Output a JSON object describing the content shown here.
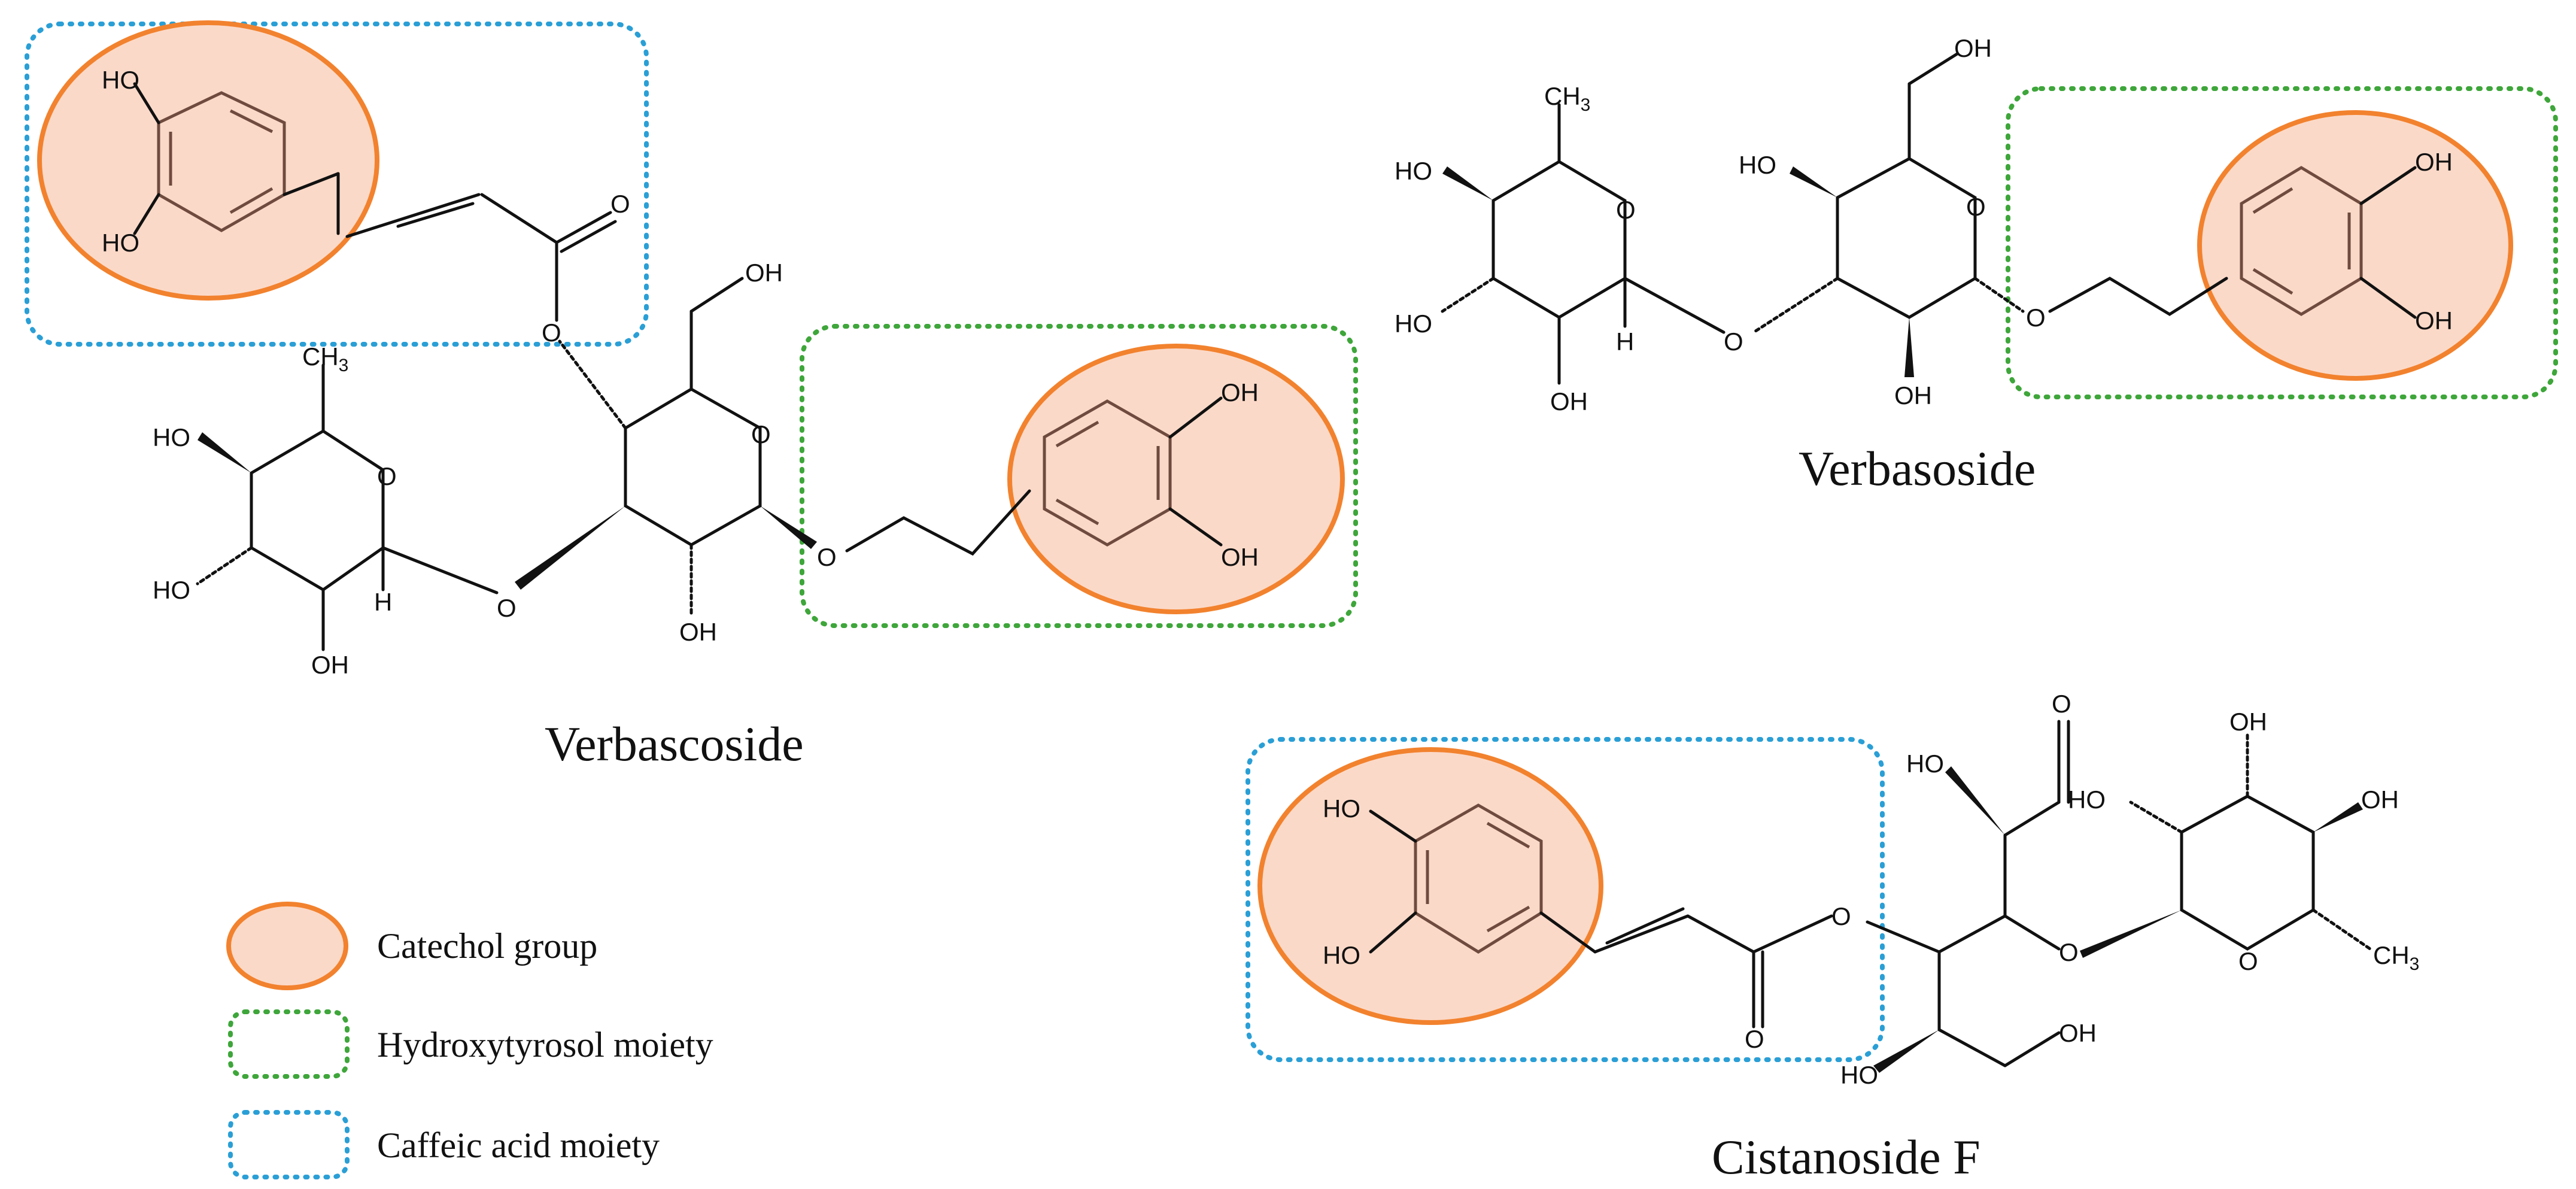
{
  "compounds": {
    "verbascoside": {
      "name": "Verbascoside"
    },
    "verbasoside": {
      "name": "Verbasoside"
    },
    "cistanoside_f": {
      "name": "Cistanoside F"
    }
  },
  "atoms": {
    "ho": "HO",
    "oh": "OH",
    "o": "O",
    "h": "H",
    "ch3_main": "CH",
    "ch3_sub": "3"
  },
  "legend": {
    "catechol": "Catechol group",
    "hydroxytyrosol": "Hydroxytyrosol moiety",
    "caffeic": "Caffeic acid moiety"
  },
  "colors": {
    "catechol_fill": "#fbd9c8",
    "catechol_stroke": "#f2822e",
    "hydroxytyrosol_box": "#3ea63a",
    "caffeic_box": "#2a9fd6",
    "bond": "#111111",
    "text": "#111111"
  }
}
